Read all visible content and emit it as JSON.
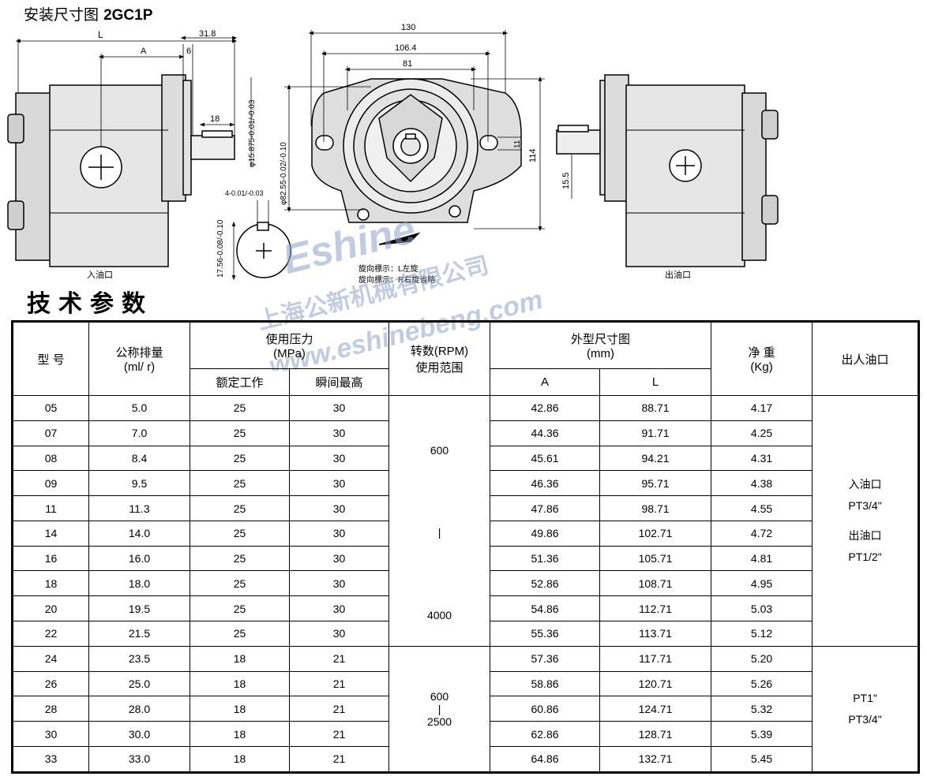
{
  "header": {
    "title_cn": "安装尺寸图",
    "title_model": "2GC1P"
  },
  "drawing": {
    "dims": {
      "L": "L",
      "A": "A",
      "d31_8": "31.8",
      "d6": "6",
      "d18": "18",
      "shaft": "φ15.875-0.01/-0.03",
      "d130": "130",
      "d106_4": "106.4",
      "d81": "81",
      "d114": "114",
      "pilot": "φ82.55-0.02/-0.10",
      "d11": "11",
      "key": "4-0.01/-0.03",
      "d17_56": "17.56-0.08/-0.10",
      "d15_5": "15.5"
    },
    "inlet_label": "入油口",
    "outlet_label": "出油口",
    "rotation_note_1": "旋向標示：L左旋",
    "rotation_note_2": "旋向標示：R右旋省略"
  },
  "watermark": {
    "brand": "Eshine",
    "company": "上海公新机械有限公司",
    "url": "www.eshinebeng.com"
  },
  "section_title": "技术参数",
  "table": {
    "headers": {
      "model": "型 号",
      "displacement": "公称排量",
      "displacement_unit": "(ml/ r)",
      "pressure": "使用压力",
      "pressure_unit": "(MPa)",
      "rated": "额定工作",
      "peak": "瞬间最高",
      "speed": "转数(RPM)",
      "speed_sub": "使用范围",
      "dimension": "外型尺寸图",
      "dimension_unit": "(mm)",
      "col_a": "A",
      "col_l": "L",
      "weight": "净 重",
      "weight_unit": "(Kg)",
      "ports": "出人油口"
    },
    "rows": [
      {
        "model": "05",
        "disp": "5.0",
        "rated": "25",
        "peak": "30",
        "a": "42.86",
        "l": "88.71",
        "kg": "4.17"
      },
      {
        "model": "07",
        "disp": "7.0",
        "rated": "25",
        "peak": "30",
        "a": "44.36",
        "l": "91.71",
        "kg": "4.25"
      },
      {
        "model": "08",
        "disp": "8.4",
        "rated": "25",
        "peak": "30",
        "a": "45.61",
        "l": "94.21",
        "kg": "4.31"
      },
      {
        "model": "09",
        "disp": "9.5",
        "rated": "25",
        "peak": "30",
        "a": "46.36",
        "l": "95.71",
        "kg": "4.38"
      },
      {
        "model": "11",
        "disp": "11.3",
        "rated": "25",
        "peak": "30",
        "a": "47.86",
        "l": "98.71",
        "kg": "4.55"
      },
      {
        "model": "14",
        "disp": "14.0",
        "rated": "25",
        "peak": "30",
        "a": "49.86",
        "l": "102.71",
        "kg": "4.72"
      },
      {
        "model": "16",
        "disp": "16.0",
        "rated": "25",
        "peak": "30",
        "a": "51.36",
        "l": "105.71",
        "kg": "4.81"
      },
      {
        "model": "18",
        "disp": "18.0",
        "rated": "25",
        "peak": "30",
        "a": "52.86",
        "l": "108.71",
        "kg": "4.95"
      },
      {
        "model": "20",
        "disp": "19.5",
        "rated": "25",
        "peak": "30",
        "a": "54.86",
        "l": "112.71",
        "kg": "5.03"
      },
      {
        "model": "22",
        "disp": "21.5",
        "rated": "25",
        "peak": "30",
        "a": "55.36",
        "l": "113.71",
        "kg": "5.12"
      },
      {
        "model": "24",
        "disp": "23.5",
        "rated": "18",
        "peak": "21",
        "a": "57.36",
        "l": "117.71",
        "kg": "5.20"
      },
      {
        "model": "26",
        "disp": "25.0",
        "rated": "18",
        "peak": "21",
        "a": "58.86",
        "l": "120.71",
        "kg": "5.26"
      },
      {
        "model": "28",
        "disp": "28.0",
        "rated": "18",
        "peak": "21",
        "a": "60.86",
        "l": "124.71",
        "kg": "5.32"
      },
      {
        "model": "30",
        "disp": "30.0",
        "rated": "18",
        "peak": "21",
        "a": "62.86",
        "l": "128.71",
        "kg": "5.39"
      },
      {
        "model": "33",
        "disp": "33.0",
        "rated": "18",
        "peak": "21",
        "a": "64.86",
        "l": "132.71",
        "kg": "5.45"
      }
    ],
    "speed_group1": {
      "top": "600",
      "mid": "|",
      "bottom": "4000"
    },
    "speed_group2": {
      "top": "600",
      "mid": "|",
      "bottom": "2500"
    },
    "ports_group1": {
      "in_label": "入油口",
      "in_size": "PT3/4\"",
      "out_label": "出油口",
      "out_size": "PT1/2\""
    },
    "ports_group2": {
      "size1": "PT1\"",
      "size2": "PT3/4\""
    }
  }
}
